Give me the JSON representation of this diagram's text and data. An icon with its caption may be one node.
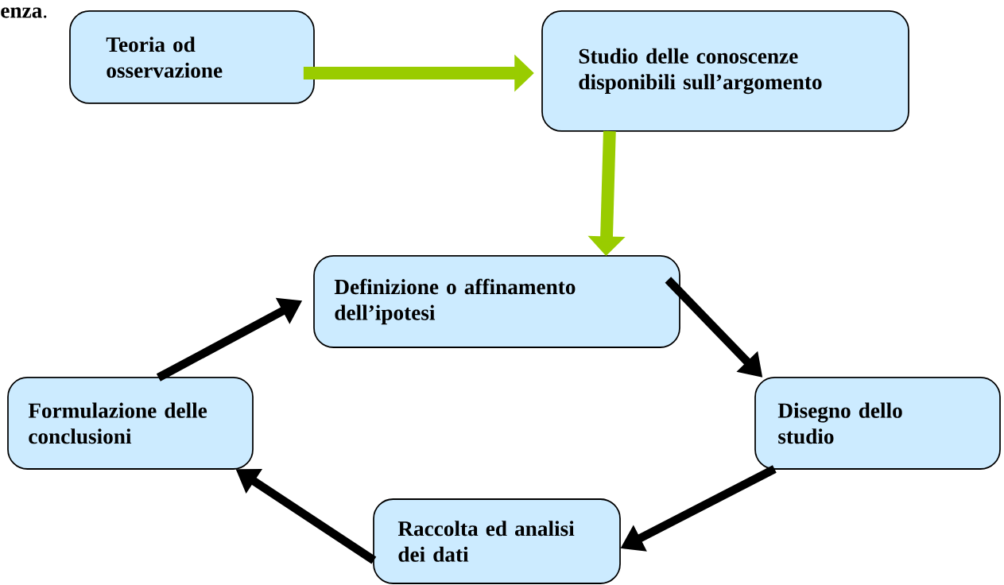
{
  "diagram": {
    "nodes": [
      {
        "text": [
          "Teoria od osservazione"
        ]
      },
      {
        "text": [
          "Studio delle conoscenze disponibili sull’argomento"
        ]
      },
      {
        "text": [
          "Definizione o affinamento dell’ipotesi"
        ]
      },
      {
        "text": [
          "Disegno dello studio"
        ]
      },
      {
        "text": [
          "Raccolta ed analisi dei dati"
        ]
      },
      {
        "text": [
          "Formulazione delle conclusioni"
        ]
      }
    ],
    "edges": [
      {
        "from": 0,
        "to": 1,
        "arrow": "to",
        "color": "#99cc00"
      },
      {
        "from": 1,
        "to": 2,
        "arrow": "to",
        "color": "#99cc00"
      },
      {
        "from": 2,
        "to": 3,
        "arrow": "to"
      },
      {
        "from": 3,
        "to": 4,
        "arrow": "to"
      },
      {
        "from": 4,
        "to": 5,
        "arrow": "to"
      },
      {
        "from": 5,
        "to": 2,
        "arrow": "to"
      }
    ],
    "labels": [
      "**enza**."
    ]
  }
}
